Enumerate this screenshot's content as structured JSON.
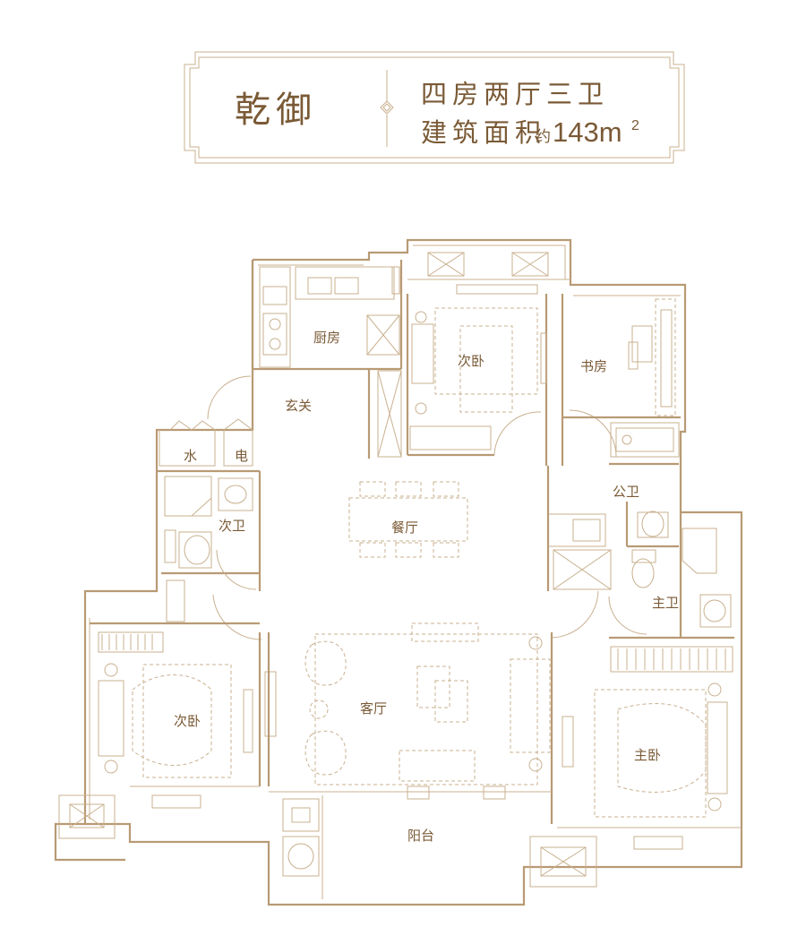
{
  "header": {
    "name": "乾御",
    "layout": "四房两厅三卫",
    "area_label": "建筑面积",
    "area_prefix": "约",
    "area_value": "143m",
    "area_sup": "2"
  },
  "rooms": {
    "kitchen": "厨房",
    "second_bedroom_top": "次卧",
    "study": "书房",
    "foyer": "玄关",
    "water": "水",
    "electric": "电",
    "second_bath": "次卫",
    "dining": "餐厅",
    "public_bath": "公卫",
    "master_bath": "主卫",
    "second_bedroom_left": "次卧",
    "living": "客厅",
    "master_bedroom": "主卧",
    "balcony": "阳台"
  },
  "colors": {
    "line": "#b89a74",
    "text": "#7a5a36"
  }
}
